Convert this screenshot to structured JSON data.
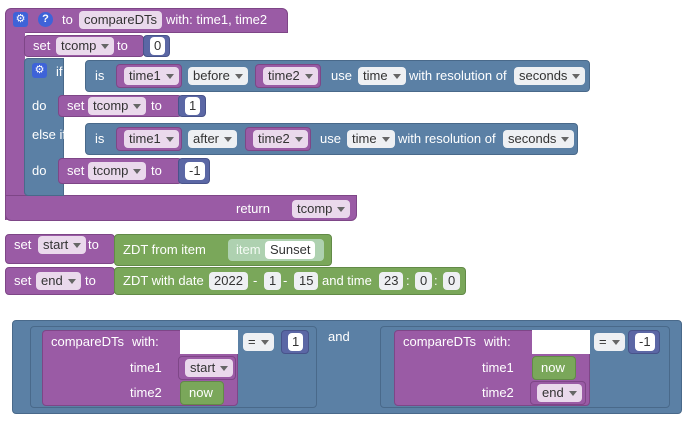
{
  "procedure": {
    "to_label": "to",
    "name": "compareDTs",
    "with_label": "with: time1, time2",
    "return_label": "return",
    "return_var": "tcomp"
  },
  "set_label": "set",
  "to_label": "to",
  "init": {
    "var": "tcomp",
    "value": "0"
  },
  "if_block": {
    "if_label": "if",
    "do_label": "do",
    "elseif_label": "else if",
    "cond1": {
      "is": "is",
      "a": "time1",
      "op": "before",
      "b": "time2",
      "use": "use",
      "unit": "time",
      "res": "with resolution of",
      "precision": "seconds"
    },
    "do1": {
      "var": "tcomp",
      "value": "1"
    },
    "cond2": {
      "is": "is",
      "a": "time1",
      "op": "after",
      "b": "time2",
      "use": "use",
      "unit": "time",
      "res": "with resolution of",
      "precision": "seconds"
    },
    "do2": {
      "var": "tcomp",
      "value": "-1"
    }
  },
  "set_start": {
    "var": "start",
    "fn": "ZDT from item",
    "item_label": "item",
    "item": "Sunset"
  },
  "set_end": {
    "var": "end",
    "fn": "ZDT with date",
    "year": "2022",
    "month": "1",
    "day": "15",
    "and_time": "and time",
    "hh": "23",
    "mm": "0",
    "ss": "0",
    "dash": "-",
    "colon": ":"
  },
  "bottom": {
    "and_label": "and",
    "left": {
      "call": "compareDTs",
      "with": "with:",
      "arg1": "time1",
      "val1": "start",
      "arg2": "time2",
      "val2": "now",
      "eq": "=",
      "cmp": "1"
    },
    "right": {
      "call": "compareDTs",
      "with": "with:",
      "arg1": "time1",
      "val1": "now",
      "arg2": "time2",
      "val2": "end",
      "eq": "=",
      "cmp": "-1"
    }
  },
  "icons": {
    "gear": "gear-icon",
    "help": "help-icon"
  },
  "colors": {
    "procedure": "#9a5ba5",
    "logic": "#5b80a5",
    "datetime": "#7aa75a",
    "math": "#5b67a5"
  }
}
